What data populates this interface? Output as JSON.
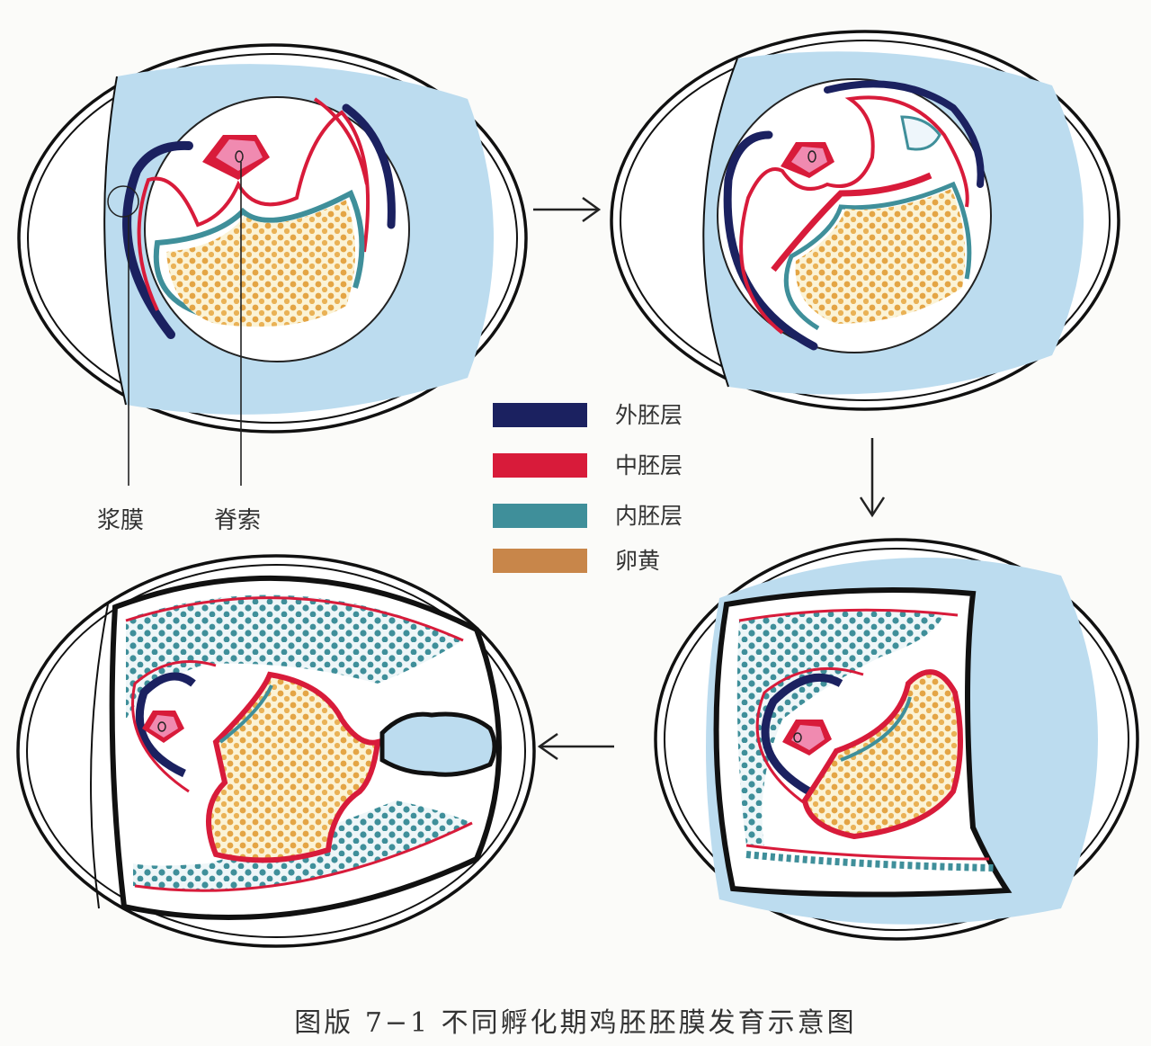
{
  "legend": [
    {
      "label": "外胚层",
      "color": "#1b2160"
    },
    {
      "label": "中胚层",
      "color": "#d81b3a"
    },
    {
      "label": "内胚层",
      "color": "#3f8f9a"
    },
    {
      "label": "卵黄",
      "color": "#c8864a"
    }
  ],
  "callouts": {
    "serosa": "浆膜",
    "notochord": "脊索"
  },
  "caption": "图版 7−1  不同孵化期鸡胚胚膜发育示意图",
  "colors": {
    "albumen_blue": "#b9d9ee",
    "ectoderm": "#1b2160",
    "mesoderm": "#d81b3a",
    "endoderm": "#3f8f9a",
    "yolk": "#e6aa48",
    "notochord_pink": "#e8608a"
  }
}
